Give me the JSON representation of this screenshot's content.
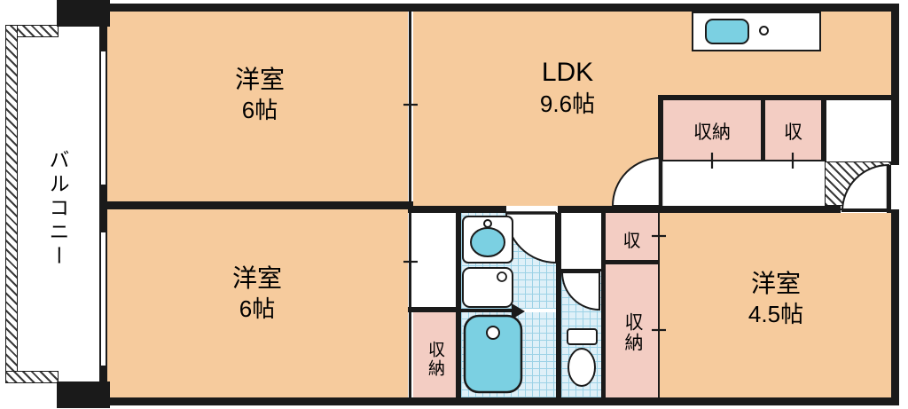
{
  "colors": {
    "room_fill": "#F6CB9D",
    "closet_fill": "#F3CDC3",
    "tile_fill": "#DFF0F8",
    "tile_line": "#9CD2E6",
    "wall": "#1A1A1A",
    "fixture_blue": "#7BD0E2"
  },
  "rooms": {
    "balcony": {
      "label": "バルコニー"
    },
    "bedroom_top_left": {
      "label": "洋室",
      "size": "6帖"
    },
    "bedroom_bottom_left": {
      "label": "洋室",
      "size": "6帖"
    },
    "ldk": {
      "label": "LDK",
      "size": "9.6帖"
    },
    "bedroom_right": {
      "label": "洋室",
      "size": "4.5帖"
    },
    "closet_hall": {
      "label": "収納"
    },
    "closet_hall_small": {
      "label": "収"
    },
    "closet_mid": {
      "label": "収"
    },
    "closet_mid_tall": {
      "label": "収納"
    },
    "closet_bottom": {
      "label": "収納"
    }
  }
}
